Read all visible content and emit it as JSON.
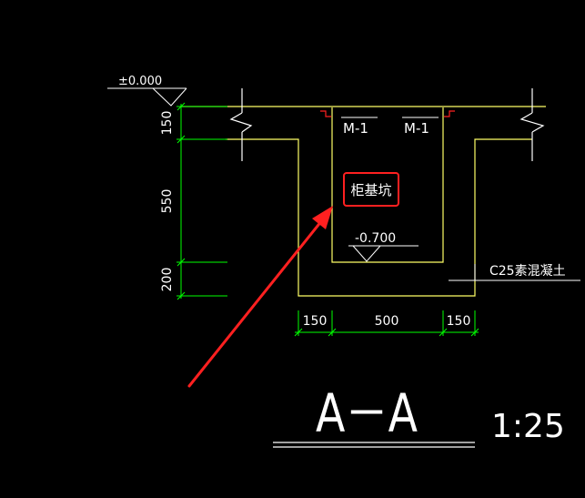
{
  "drawing": {
    "elevation_top": "±0.000",
    "elevation_pit": "-0.700",
    "door_left": "M-1",
    "door_right": "M-1",
    "pit_label": "柜基坑",
    "material_label": "C25素混凝土",
    "section_title": "A－A",
    "scale": "1:25"
  },
  "dimensions": {
    "vertical": [
      "150",
      "550",
      "200"
    ],
    "horizontal": [
      "150",
      "500",
      "150"
    ]
  },
  "colors": {
    "background": "#000000",
    "outline": "#ffff66",
    "dimension": "#00ff00",
    "annotation": "#ff2020",
    "text": "#ffffff",
    "door_mark": "#ff0000"
  }
}
